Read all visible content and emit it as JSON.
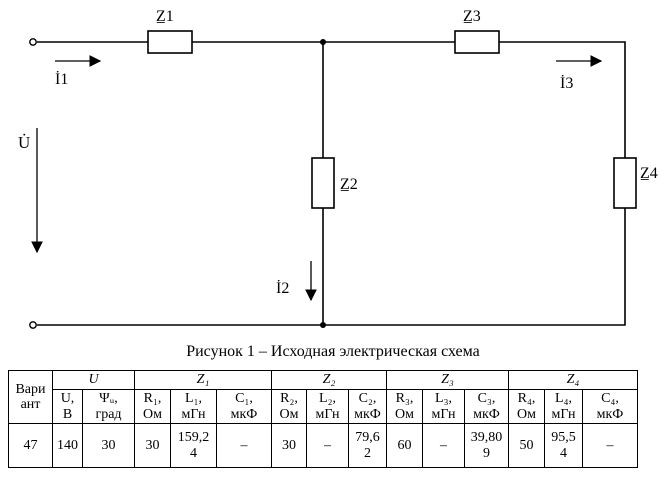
{
  "figure": {
    "labels": {
      "z1": "Z̲1",
      "z2": "Z̲2",
      "z3": "Z̲3",
      "z4": "Z̲4",
      "i1": "İ1",
      "i2": "İ2",
      "i3": "İ3",
      "u": "U̇"
    },
    "caption": "Рисунок 1 – Исходная электрическая схема"
  },
  "table": {
    "col_variant": "Вариант",
    "group_u": "U",
    "group_z1": "Z₁",
    "group_z2": "Z₂",
    "group_z3": "Z₃",
    "group_z4": "Z₄",
    "sub": [
      "U, В",
      "Ψᵤ, град",
      "R₁, Ом",
      "L₁, мГн",
      "C₁, мкФ",
      "R₂, Ом",
      "L₂, мГн",
      "C₂, мкФ",
      "R₃, Ом",
      "L₃, мГн",
      "C₃, мкФ",
      "R₄, Ом",
      "L₄, мГн",
      "C₄, мкФ"
    ],
    "row": [
      "47",
      "140",
      "30",
      "30",
      "159,24",
      "–",
      "30",
      "–",
      "79,62",
      "60",
      "–",
      "39,809",
      "50",
      "95,54",
      "–"
    ]
  }
}
